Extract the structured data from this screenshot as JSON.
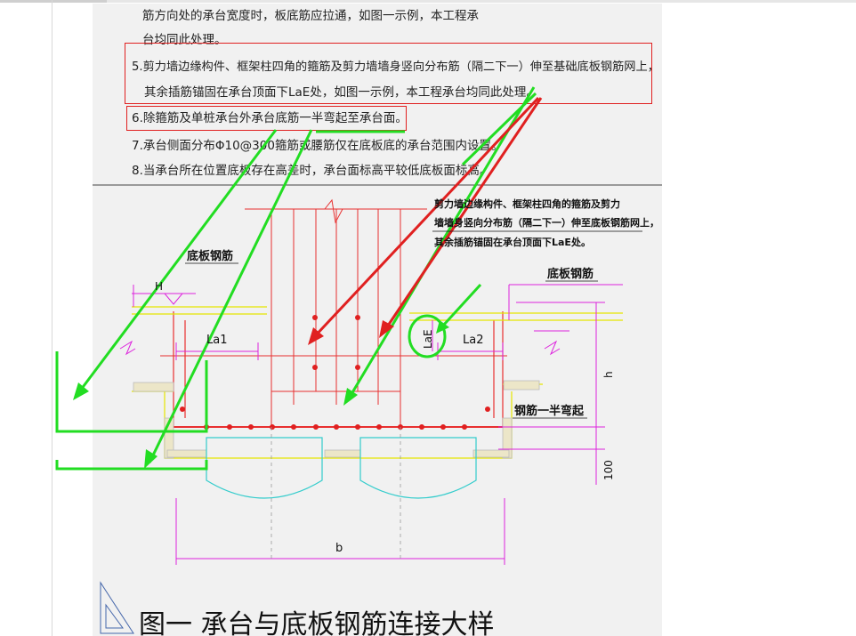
{
  "notes": {
    "line0a": "筋方向处的承台宽度时，板底筋应拉通，如图一示例，本工程承",
    "line0b": "台均同此处理。",
    "line5a": "5.剪力墙边缘构件、框架柱四角的箍筋及剪力墙墙身竖向分布筋（隔二下一）伸至基础底板钢筋网上，",
    "line5b": "其余插筋锚固在承台顶面下LaE处，如图一示例，本工程承台均同此处理。",
    "line6": "6.除箍筋及单桩承台外承台底筋一半弯起至承台面。",
    "line7": "7.承台侧面分布Φ10@300箍筋或腰筋仅在底板底的承台范围内设置。",
    "line8": "8.当承台所在位置底板存在高差时，承台面标高平较低底板面标高。"
  },
  "drawing": {
    "callout_line1": "剪力墙边缘构件、框架柱四角的箍筋及剪力",
    "callout_line2": "墙墙身竖向分布筋（隔二下一）伸至底板钢筋网上，",
    "callout_line3": "其余插筋锚固在承台顶面下LaE处。",
    "label_bottom_slab_left": "底板钢筋",
    "label_bottom_slab_right": "底板钢筋",
    "label_H": "H",
    "label_La1": "La1",
    "label_La2": "La2",
    "label_LaE": "LaE",
    "label_h": "h",
    "label_bend": "钢筋一半弯起",
    "label_100": "100",
    "label_b": "b",
    "figure_title": "图一  承台与底板钢筋连接大样"
  },
  "colors": {
    "annotation_red": "#e02020",
    "annotation_green": "#22dd22",
    "rebar_red": "#e83030",
    "dim_magenta": "#dd22dd",
    "pile_cyan": "#33cccc",
    "slab_yellow": "#e6e600"
  }
}
